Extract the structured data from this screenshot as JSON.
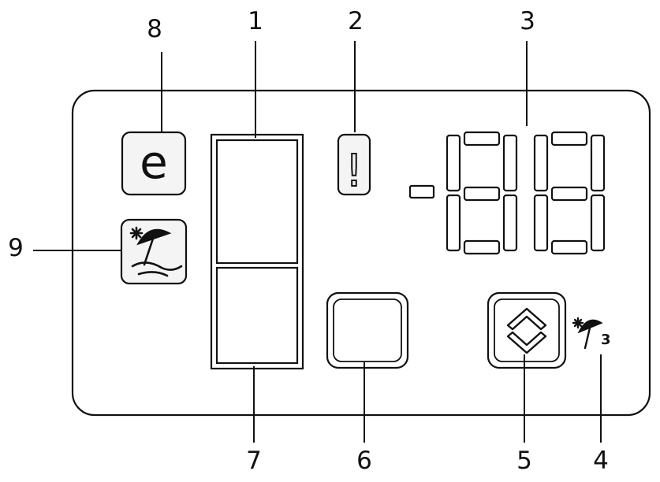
{
  "colors": {
    "stroke": "#111111",
    "button_fill": "#f4f4f4",
    "background": "#ffffff"
  },
  "callouts": {
    "c1": "1",
    "c2": "2",
    "c3": "3",
    "c4": "4",
    "c5": "5",
    "c6": "6",
    "c7": "7",
    "c8": "8",
    "c9": "9"
  },
  "buttons": {
    "eco_letter": "e",
    "alarm_symbol": "!",
    "holiday_icon": "beach-umbrella-icon",
    "temp_select_icon": "up-down-arrows-icon",
    "super_icon": "beach-umbrella-3-icon",
    "super_label": "3"
  },
  "display": {
    "minus_segment": "minus-segment",
    "digit_type": "seven-segment"
  }
}
